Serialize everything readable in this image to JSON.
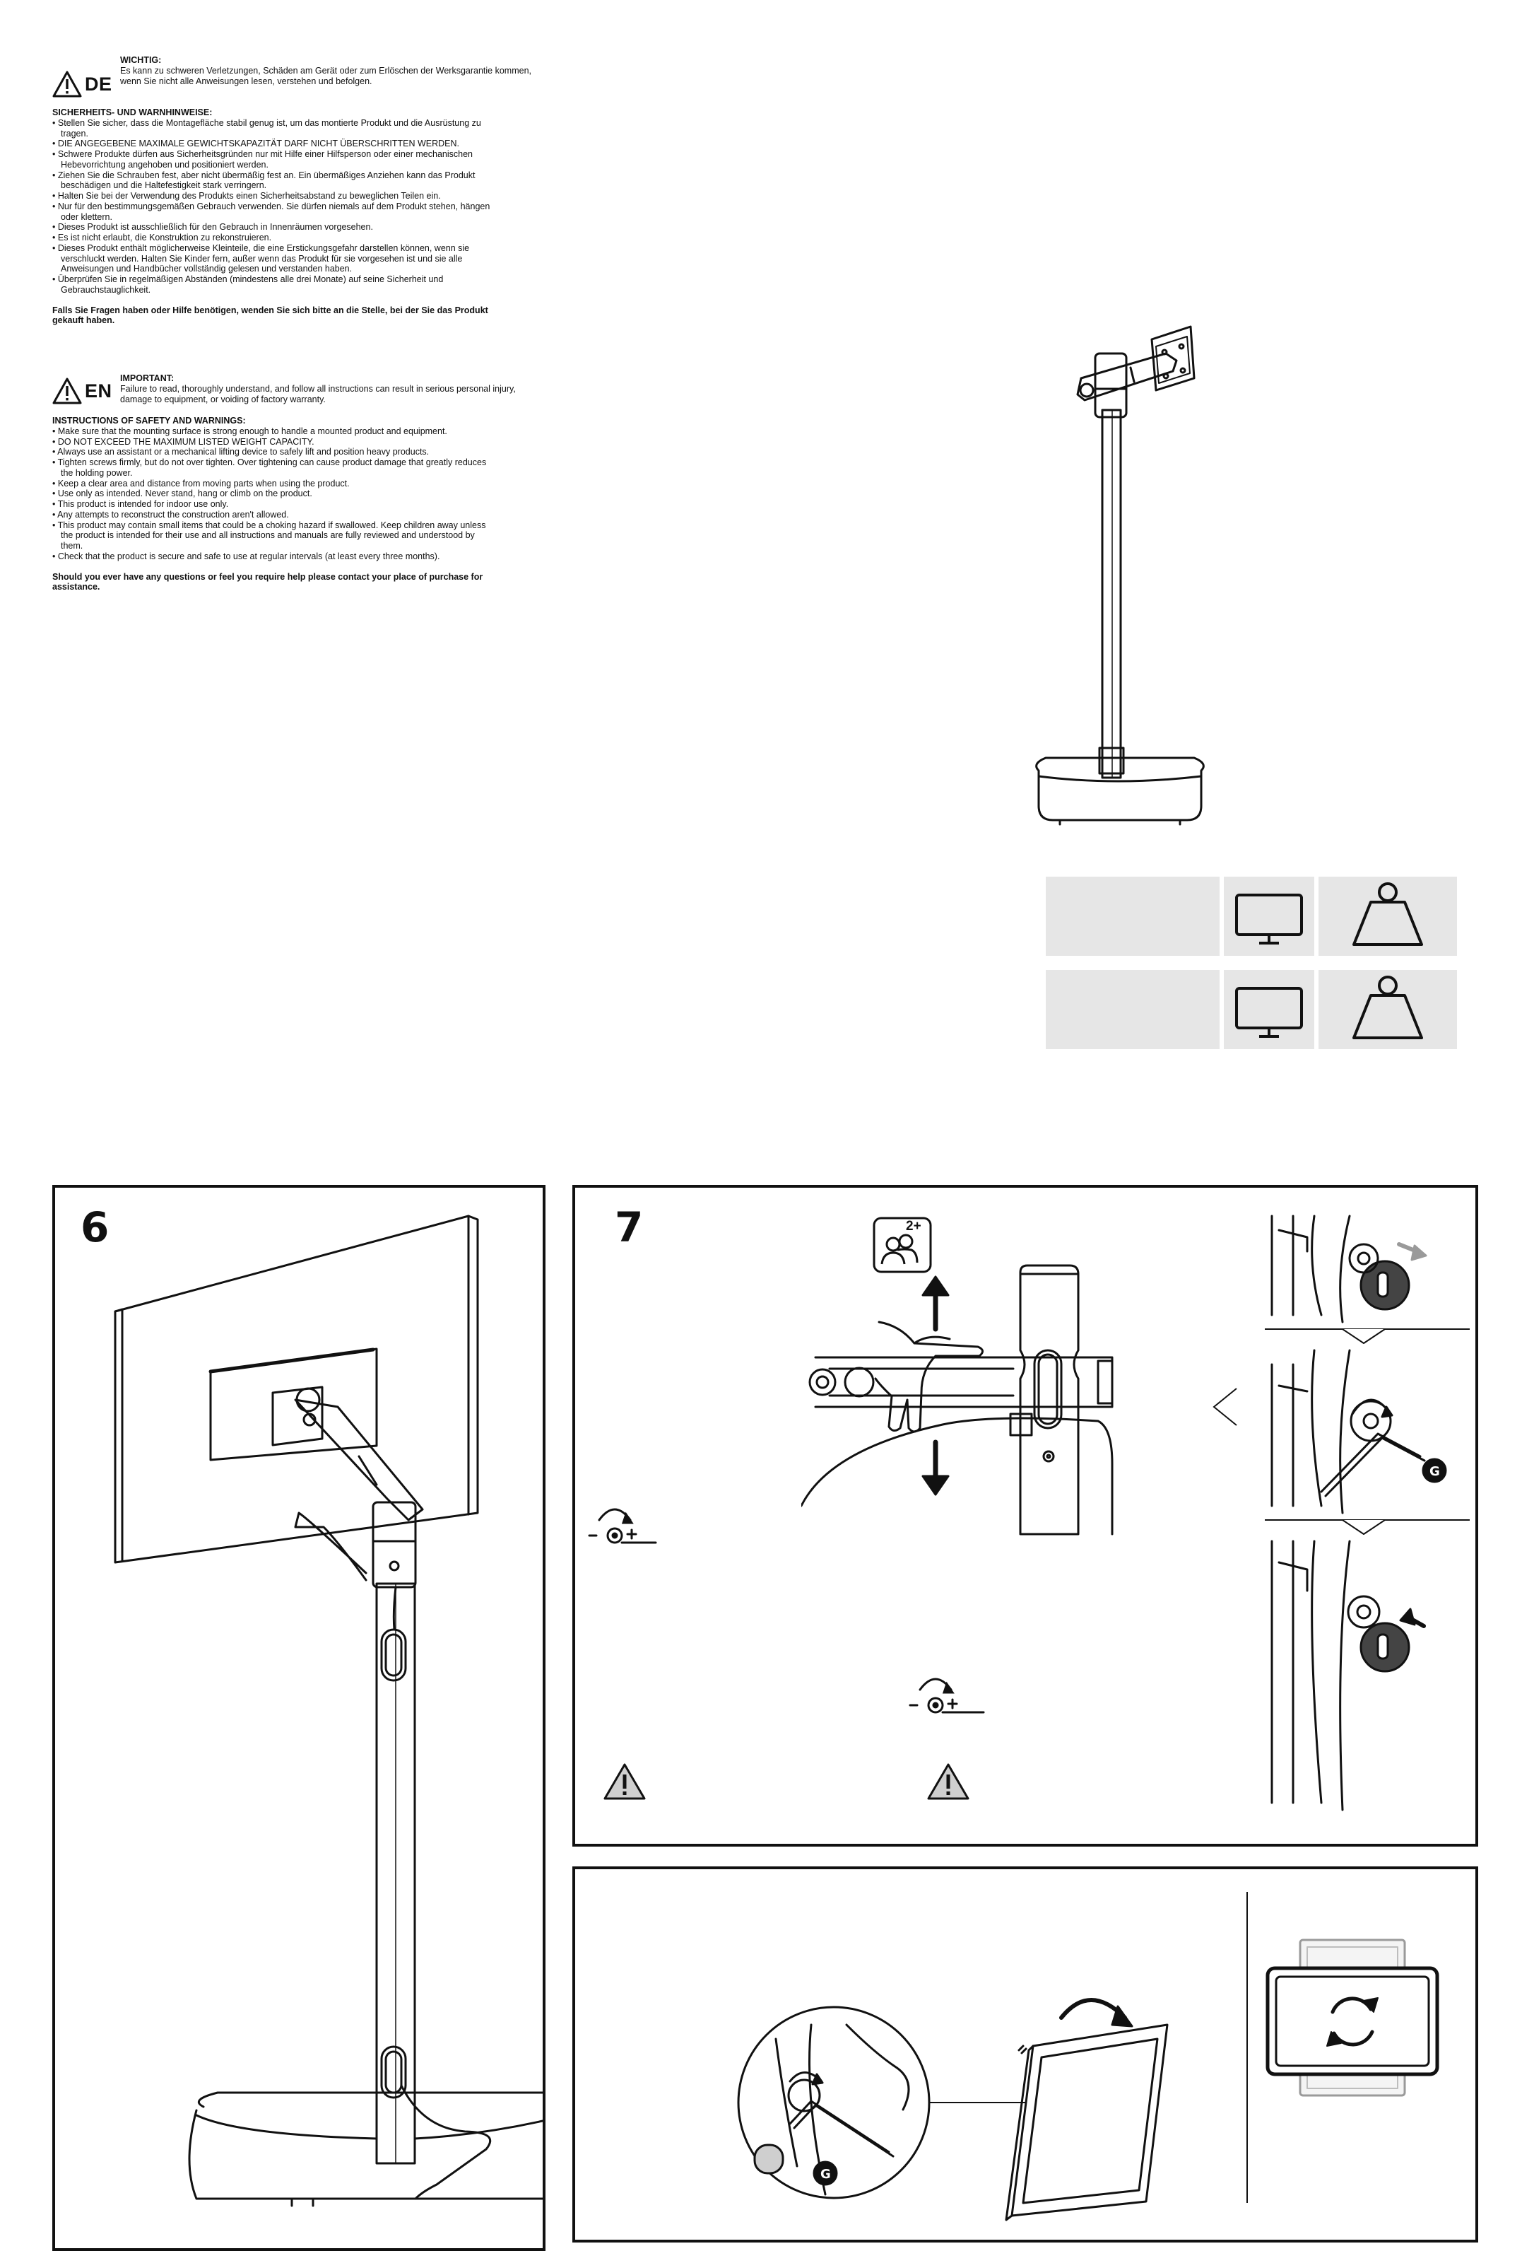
{
  "safety": [
    {
      "code": "DE",
      "intro_title": "WICHTIG:",
      "intro_text": "Es kann zu schweren Verletzungen, Schäden am Gerät oder zum Erlöschen der Werksgarantie kommen, wenn Sie nicht alle Anweisungen lesen, verstehen und befolgen.",
      "section_title": "SICHERHEITS- UND WARNHINWEISE:",
      "items": [
        "Stellen Sie sicher, dass die Montagefläche stabil genug ist, um das montierte Produkt und die Ausrüstung zu tragen.",
        "DIE ANGEGEBENE MAXIMALE GEWICHTSKAPAZITÄT DARF NICHT ÜBERSCHRITTEN WERDEN.",
        "Schwere Produkte dürfen aus Sicherheitsgründen nur mit Hilfe einer Hilfsperson oder einer mechanischen Hebevorrichtung angehoben und positioniert werden.",
        "Ziehen Sie die Schrauben fest, aber nicht übermäßig fest an. Ein übermäßiges Anziehen kann das Produkt beschädigen und die Haltefestigkeit stark verringern.",
        "Halten Sie bei der Verwendung des Produkts einen Sicherheitsabstand zu beweglichen Teilen ein.",
        "Nur für den bestimmungsgemäßen Gebrauch verwenden. Sie dürfen niemals auf dem Produkt stehen, hängen oder klettern.",
        "Dieses Produkt ist ausschließlich für den Gebrauch in Innenräumen vorgesehen.",
        "Es ist nicht erlaubt, die Konstruktion zu rekonstruieren.",
        "Dieses Produkt enthält möglicherweise Kleinteile, die eine Erstickungsgefahr darstellen können, wenn sie verschluckt werden. Halten Sie Kinder fern, außer wenn das Produkt für sie vorgesehen ist und sie alle Anweisungen und Handbücher vollständig gelesen und verstanden haben.",
        "Überprüfen Sie in regelmäßigen Abständen (mindestens alle drei Monate) auf seine Sicherheit und Gebrauchstauglichkeit."
      ],
      "closing": "Falls Sie Fragen haben oder Hilfe benötigen, wenden Sie sich bitte an die Stelle, bei der Sie das Produkt gekauft haben."
    },
    {
      "code": "EN",
      "intro_title": "IMPORTANT:",
      "intro_text": "Failure to read, thoroughly understand, and follow all instructions can result in serious personal injury, damage to equipment, or voiding of factory warranty.",
      "section_title": "INSTRUCTIONS OF SAFETY AND WARNINGS:",
      "items": [
        "Make sure that the mounting surface is strong enough to handle a mounted product and equipment.",
        "DO NOT EXCEED THE MAXIMUM LISTED WEIGHT CAPACITY.",
        "Always use an assistant or a mechanical lifting device to safely lift and position heavy products.",
        "Tighten screws firmly, but do not over tighten. Over tightening can cause product damage that greatly reduces the holding power.",
        "Keep a clear area and distance from moving parts when using the product.",
        "Use only as intended. Never stand, hang or climb on the product.",
        "This product is intended for indoor use only.",
        "Any attempts to reconstruct the construction aren't allowed.",
        "This product may contain small items that could be a choking hazard if swallowed. Keep children away unless the product is intended for their use and all instructions and manuals are fully reviewed and understood by them.",
        "Check that the product is secure and safe to use at regular intervals (at least every three months)."
      ],
      "closing": "Should you ever have any questions or feel you require help please contact your place of purchase for assistance."
    }
  ],
  "steps": {
    "step6": "6",
    "step7": "7",
    "people_badge": "2+",
    "tool_label": "G",
    "adjust_minus": "–",
    "adjust_plus": "+"
  },
  "icons": {
    "warning": "warning-triangle-icon",
    "monitor": "monitor-icon",
    "weight": "weight-icon",
    "assistant": "two-person-icon",
    "adjust": "tension-adjust-icon",
    "rotate": "rotate-icon"
  },
  "colors": {
    "line": "#111111",
    "table_fill": "#e6e6e6",
    "grey_arrow": "#9a9a9a"
  }
}
